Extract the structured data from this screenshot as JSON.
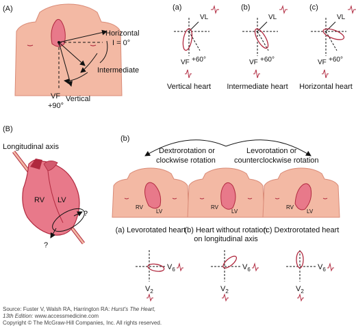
{
  "panel_A": {
    "label": "(A)",
    "horizontal": "Horizontal",
    "i_equals": "I = 0°",
    "intermediate": "Intermediate",
    "vertical": "Vertical",
    "vf": "VF",
    "plus90": "+90°"
  },
  "panel_A_loops": [
    {
      "letter": "(a)",
      "caption": "Vertical heart",
      "vl": "VL",
      "vf": "VF",
      "deg": "+60°"
    },
    {
      "letter": "(b)",
      "caption": "Intermediate heart",
      "vl": "VL",
      "vf": "VF",
      "deg": "+60°"
    },
    {
      "letter": "(c)",
      "caption": "Horizontal heart",
      "vl": "VL",
      "vf": "VF",
      "deg": "+60°"
    }
  ],
  "panel_B": {
    "label": "(B)",
    "sub_b": "(b)",
    "longitudinal_axis": "Longitudinal axis",
    "rv": "RV",
    "lv": "LV",
    "q": "?",
    "dextro_line1": "Dextrorotation or",
    "dextro_line2": "clockwise rotation",
    "levo_line1": "Levorotation or",
    "levo_line2": "counterclockwise rotation"
  },
  "panel_B_hearts": [
    {
      "caption1": "(a) Levorotated heart",
      "caption2": "",
      "rv": "RV",
      "lv": "LV",
      "v6": "V",
      "v6sub": "6",
      "v2": "V",
      "v2sub": "2"
    },
    {
      "caption1": "(b) Heart without rotation",
      "caption2": "on longitudinal axis",
      "rv": "RV",
      "lv": "LV",
      "v6": "V",
      "v6sub": "6",
      "v2": "V",
      "v2sub": "2"
    },
    {
      "caption1": "(c) Dextrorotated heart",
      "caption2": "",
      "rv": "RV",
      "lv": "LV",
      "v6": "V",
      "v6sub": "6",
      "v2": "V",
      "v2sub": "2"
    }
  ],
  "footer": {
    "line1_prefix": "Source: Fuster V, Walsh RA, Harrington RA:",
    "line1_title": "Hurst's The Heart,",
    "line2_edition": "13th Edition:",
    "line2_rest": "www.accessmedicine.com",
    "line3": "Copyright © The McGraw-Hill Companies, Inc. All rights reserved."
  },
  "colors": {
    "skin": "#f3b9a4",
    "skin_edge": "#d98a76",
    "heart": "#e8798a",
    "heart_dark": "#b0283e",
    "loop": "#b0283e",
    "ink": "#111111"
  }
}
